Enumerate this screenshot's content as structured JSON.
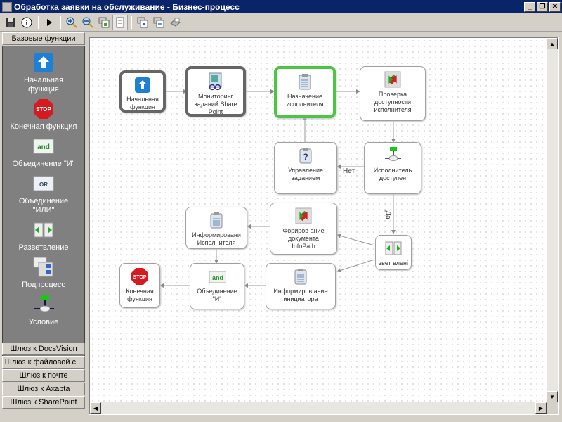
{
  "window": {
    "title": "Обработка заявки на обслуживание - Бизнес-процесс",
    "controls": [
      "minimize",
      "restore",
      "close"
    ]
  },
  "toolbar": {
    "buttons": [
      {
        "name": "save-icon",
        "glyph": "💾"
      },
      {
        "name": "info-icon",
        "glyph": "ⓘ"
      },
      {
        "name": "run-icon",
        "glyph": "▶"
      },
      {
        "name": "zoom-in-icon",
        "glyph": "🔍"
      },
      {
        "name": "zoom-out-icon",
        "glyph": "🔎"
      },
      {
        "name": "fit-page-icon",
        "glyph": "▣"
      },
      {
        "name": "page-layout-icon",
        "glyph": "▤"
      },
      {
        "name": "preview-icon",
        "glyph": "▦"
      },
      {
        "name": "properties-icon",
        "glyph": "▧"
      },
      {
        "name": "print-icon",
        "glyph": "⎙"
      }
    ]
  },
  "sidebar": {
    "header": "Базовые функции",
    "items": [
      {
        "label": "Начальная функция",
        "icon": "start-arrow-icon"
      },
      {
        "label": "Конечная функция",
        "icon": "stop-sign-icon"
      },
      {
        "label": "Объединение \"И\"",
        "icon": "and-join-icon"
      },
      {
        "label": "Объединение \"ИЛИ\"",
        "icon": "or-join-icon"
      },
      {
        "label": "Разветвление",
        "icon": "fork-arrows-icon"
      },
      {
        "label": "Подпроцесс",
        "icon": "subprocess-icon"
      },
      {
        "label": "Условие",
        "icon": "condition-icon"
      }
    ],
    "gateways": [
      "Шлюз к DocsVision",
      "Шлюз к файловой с...",
      "Шлюз к почте",
      "Шлюз к Axapta",
      "Шлюз к SharePoint"
    ]
  },
  "diagram": {
    "nodes": [
      {
        "id": "start",
        "label": "Начальная функция",
        "icon": "start-arrow-icon"
      },
      {
        "id": "monitor",
        "label": "Мониторинг заданий Share Point",
        "icon": "sharepoint-monitor-icon"
      },
      {
        "id": "assign",
        "label": "Назначение исполнителя",
        "icon": "clipboard-icon"
      },
      {
        "id": "check",
        "label": "Проверка доступности исполнителя",
        "icon": "exchange-arrows-icon"
      },
      {
        "id": "manage",
        "label": "Управление заданием",
        "icon": "clipboard-question-icon"
      },
      {
        "id": "available",
        "label": "Исполнитель доступен",
        "icon": "condition-icon"
      },
      {
        "id": "inform-exec",
        "label": "Информировани Исполнителя",
        "icon": "clipboard-icon"
      },
      {
        "id": "infopath",
        "label": "Фориров ание документа InfoPath",
        "icon": "exchange-arrows-icon"
      },
      {
        "id": "fork",
        "label": "звет влені",
        "icon": "fork-arrows-icon"
      },
      {
        "id": "end",
        "label": "Конечная функция",
        "icon": "stop-sign-icon"
      },
      {
        "id": "and",
        "label": "Объединение \"И\"",
        "icon": "and-join-icon"
      },
      {
        "id": "inform-init",
        "label": "Информиров ание инициатора",
        "icon": "clipboard-icon"
      }
    ],
    "edge_labels": {
      "no": "Нет",
      "yes": "Да"
    }
  }
}
